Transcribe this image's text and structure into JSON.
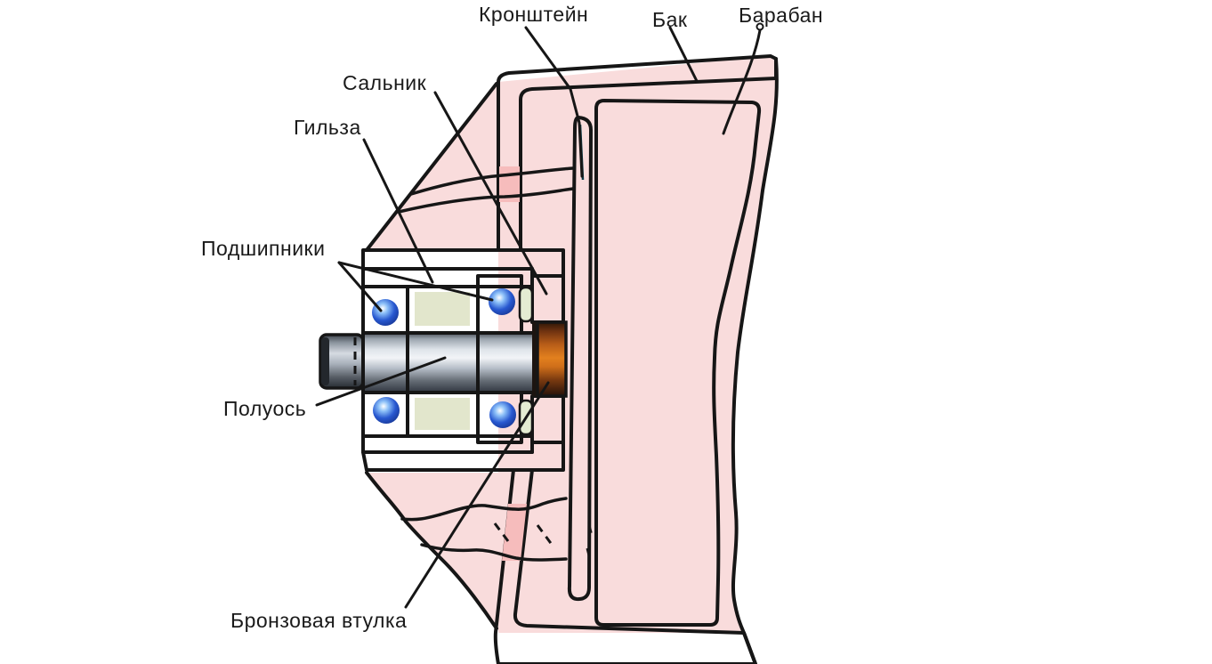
{
  "diagram": {
    "type": "cross-section-technical-diagram",
    "subject": "washing machine drum bearing unit",
    "labels": [
      {
        "id": "kronshtein",
        "text": "Кронштейн"
      },
      {
        "id": "bak",
        "text": "Бак"
      },
      {
        "id": "baraban",
        "text": "Барабан"
      },
      {
        "id": "salnik",
        "text": "Сальник"
      },
      {
        "id": "gilza",
        "text": "Гильза"
      },
      {
        "id": "podshipniki",
        "text": "Подшипники"
      },
      {
        "id": "poluos",
        "text": "Полуось"
      },
      {
        "id": "vtulka",
        "text": "Бронзовая втулка"
      }
    ],
    "colors": {
      "background": "#ffffff",
      "outline": "#161616",
      "label_color": "#1a1a1a",
      "tank_pink": "#f9dcdc",
      "hatch_base": "#f5a6a6",
      "hatch_line": "#b85454",
      "window_pink": "#f6bcbc",
      "sleeve_olive": "#84a05a",
      "spacer_olive": "#cfd8ae",
      "bearing_blue": "#1189bd",
      "ball_blue": "#1e50c4",
      "seal_navy": "#202e85",
      "seal_hatch": "#eef2ff",
      "bracket_teal": "#2cb2ca",
      "bracket_teal_dark": "#0e84a0",
      "bracket_teal_light": "#8fdce8",
      "bushing_copper": "#d4701c",
      "shaft_silver": "#c6ccd4",
      "drum_green": "#1a8020",
      "drum_pale": "#eef0d4",
      "drum_blue": "#12349e"
    }
  }
}
